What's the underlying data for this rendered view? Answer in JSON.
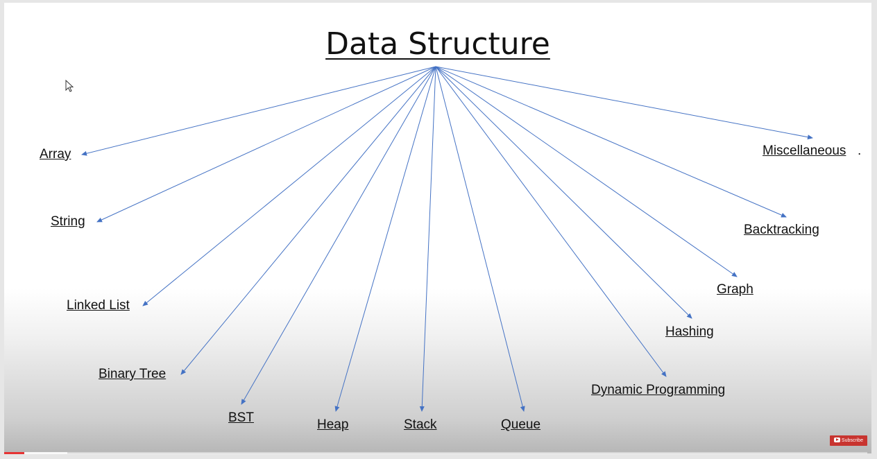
{
  "title": "Data Structure",
  "nodes": {
    "array": "Array",
    "string": "String",
    "linked_list": "Linked List",
    "binary_tree": "Binary Tree",
    "bst": "BST",
    "heap": "Heap",
    "stack": "Stack",
    "queue": "Queue",
    "dynamic_programming": "Dynamic Programming",
    "hashing": "Hashing",
    "graph": "Graph",
    "backtracking": "Backtracking",
    "miscellaneous": "Miscellaneous",
    "miscellaneous_suffix": "."
  },
  "player": {
    "subscribe_label": "Subscribe",
    "progress_played": 0.023,
    "progress_buffered": 0.073
  },
  "colors": {
    "arrow": "#4472C4",
    "text": "#111111",
    "progress_played": "#e53333",
    "subscribe_bg": "#c8342f"
  },
  "icons": {
    "cursor": "mouse-pointer-icon",
    "subscribe": "youtube-logo-icon"
  }
}
